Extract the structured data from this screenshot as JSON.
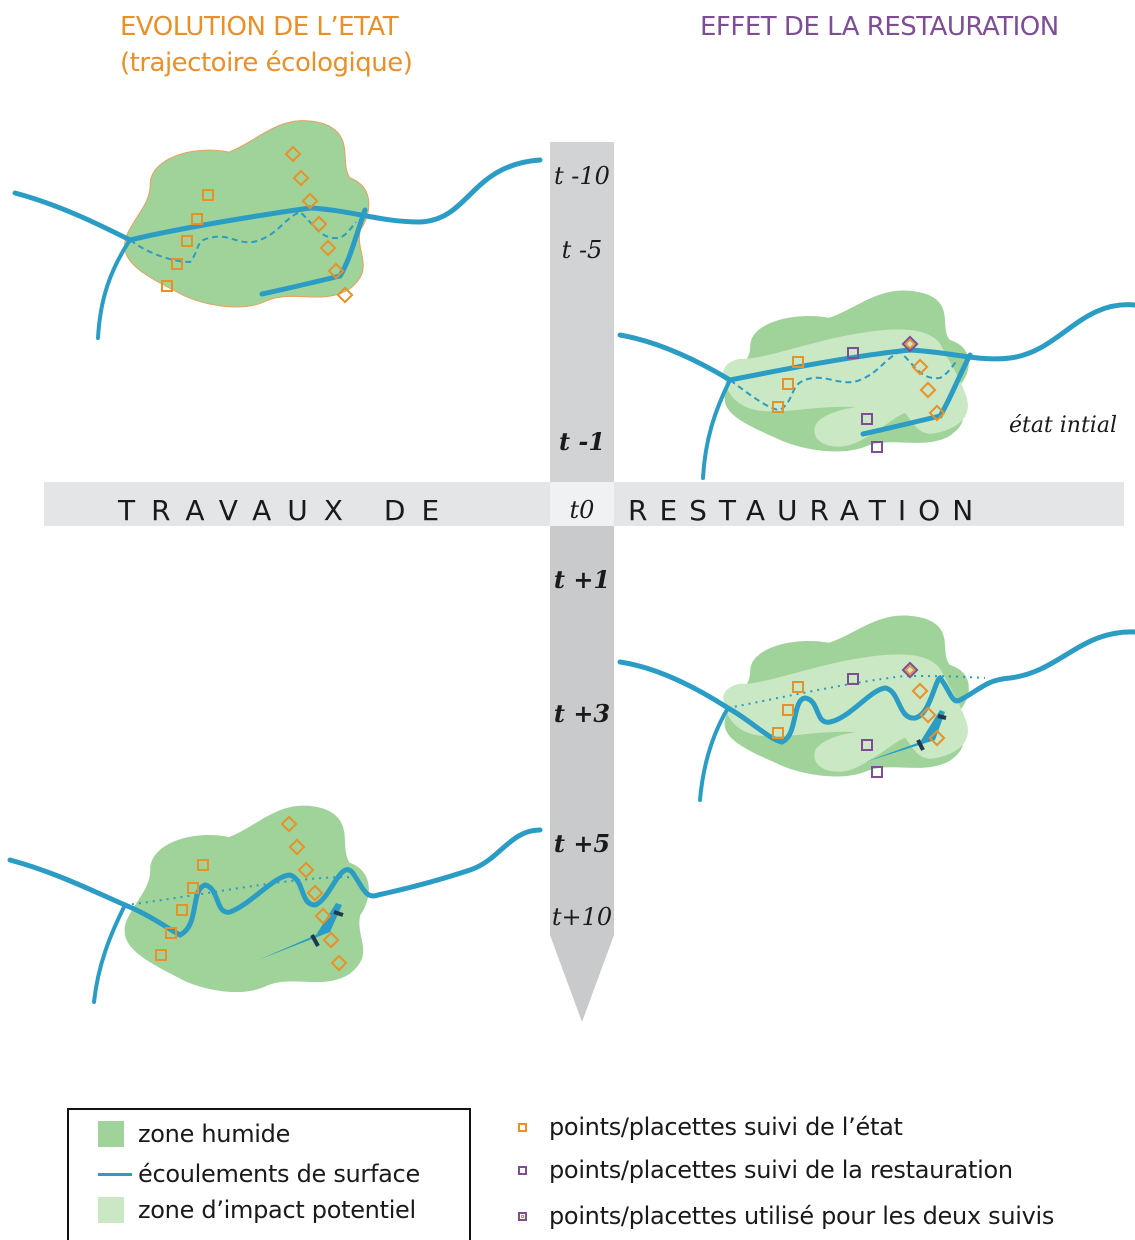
{
  "headers": {
    "left_line1": "EVOLUTION DE L’ETAT",
    "left_line2": "(trajectoire écologique)",
    "right": "EFFET DE LA RESTAURATION"
  },
  "timeline": {
    "ticks": [
      "t -10",
      "t -5",
      "t -1",
      "t +1",
      "t +3",
      "t +5",
      "t+10"
    ],
    "t0": "t0",
    "band_left": "TRAVAUX DE",
    "band_right": "RESTAURATION"
  },
  "annotation": "état intial",
  "legend": {
    "box_items": [
      "zone humide",
      "écoulements de surface",
      "zone d’impact potentiel"
    ],
    "point_items": [
      "points/placettes suivi de l’état",
      "points/placettes suivi de la restauration",
      "points/placettes utilisé pour les deux suivis"
    ]
  },
  "colors": {
    "wetland": "#9fd39a",
    "impact_zone": "#c9e8c3",
    "flow": "#2b9cc4",
    "state_points": "#e8902a",
    "restoration_points": "#7d4e94",
    "bar": "#c9cacc",
    "band": "#e4e5e7"
  }
}
